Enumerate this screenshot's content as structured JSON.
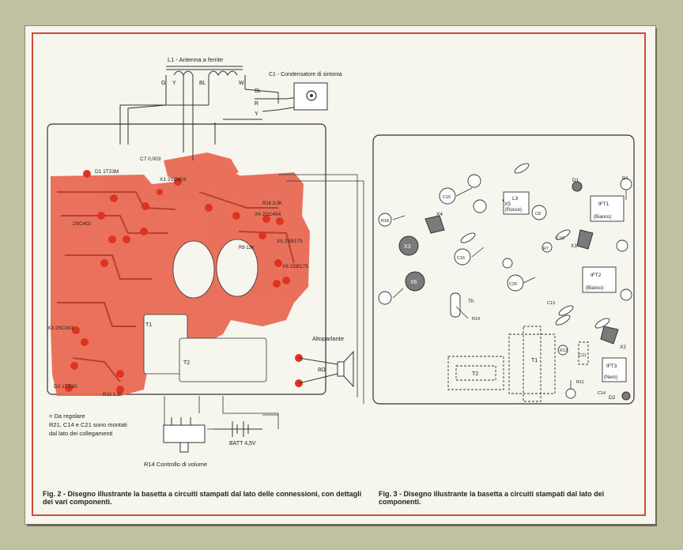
{
  "figure2": {
    "labels": {
      "antenna": "L1 - Antenna a ferrite",
      "capacitor": "C1 - Condensatore di sintonia",
      "speaker": "Altoparlante",
      "speaker_imp": "8Ω",
      "battery": "BATT 4,5V",
      "volume": "R14 Controllo di volume",
      "wire_g": "G",
      "wire_y": "Y",
      "wire_bl": "BL",
      "wire_w": "W",
      "wire_r": "R",
      "wire_bl2": "BL",
      "wire_y2": "Y",
      "c7": "C7 0,003",
      "x1": "X1 2SC403",
      "x2": "2SC402",
      "x3": "X3 2SC403",
      "x4": "X4 2SC404",
      "x5": "X5 2SB175",
      "x6": "X6 2SB175",
      "d1": "D1 1T23M",
      "d2": "D2 1T23G",
      "r16": "R16 3,3K",
      "r9": "R9 13K",
      "r13": "R13 1,5K",
      "t1": "T1",
      "t2": "T2"
    },
    "legend": {
      "marker": "= Da regolare",
      "note_line1": "R21, C14 e C21 sono montati",
      "note_line2": "dal lato dei collegamenti"
    },
    "caption": "Fig. 2 - Disegno illustrante la basetta a circuiti stampati dal lato delle connessioni, con dettagli dei vari componenti."
  },
  "figure3": {
    "components": {
      "x3a": "X3",
      "x6": "X6",
      "x4": "X4",
      "x5": "X5",
      "x1": "X1",
      "x2": "X2",
      "d1": "D1",
      "d2": "D2",
      "l3": "L3",
      "l3c": "(Rosso)",
      "ift1": "IFT1",
      "ift1c": "(Bianco)",
      "ift2": "IFT2",
      "ift2c": "(Bianco)",
      "ift3": "IFT3",
      "ift3c": "(Nero)",
      "t1": "T1",
      "t2": "T2",
      "th": "Th",
      "c15": "C15",
      "c16": "C16",
      "c20": "C20",
      "c8": "C8",
      "c10": "C10",
      "r18": "R18",
      "r19": "R19",
      "r12": "R12",
      "r7": "R7",
      "r4": "R4",
      "c13": "C13",
      "c14": "C14",
      "c11": "C11",
      "r11": "R11"
    },
    "caption": "Fig. 3 - Disegno illustrante la basetta a circuiti stampati dal lato dei componenti."
  },
  "colors": {
    "pcb_red": "#e8664f",
    "pad_red": "#e0331f",
    "frame_red": "#d24b37",
    "paper": "#f6f5ee"
  }
}
